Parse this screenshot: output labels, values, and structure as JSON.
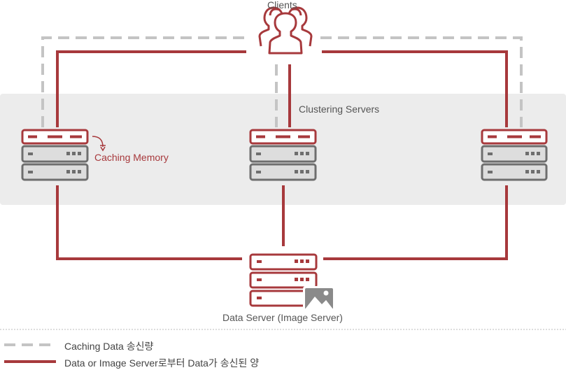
{
  "colors": {
    "red": "#a7393c",
    "gray": "#6e6e6e",
    "dash": "#c4c4c4",
    "band": "#ececec"
  },
  "labels": {
    "clients": "Clients",
    "clustering": "Clustering Servers",
    "caching_memory": "Caching Memory",
    "data_server": "Data Server (Image Server)"
  },
  "legend": {
    "dashed": "Caching Data 송신량",
    "solid": "Data or Image Server로부터 Data가 송신된 양"
  },
  "icons": [
    "clients-icon",
    "server-icon",
    "database-server-icon",
    "image-icon"
  ]
}
